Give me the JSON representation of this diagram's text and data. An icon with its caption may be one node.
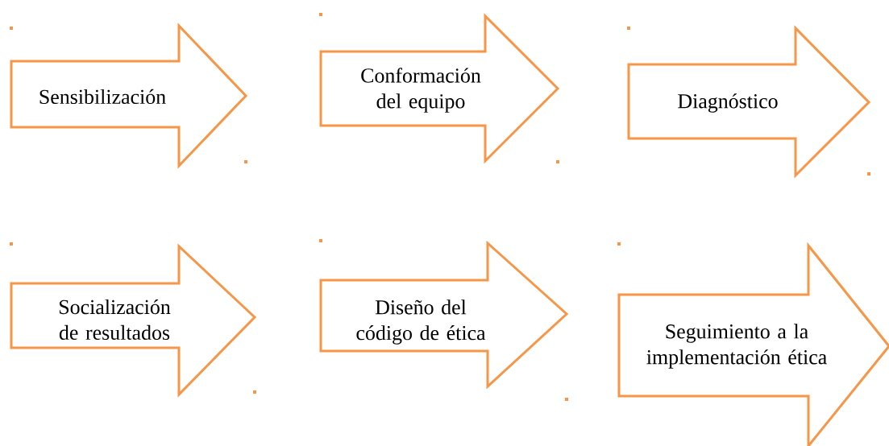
{
  "diagram": {
    "nodes": [
      {
        "text": [
          "Sensibilización"
        ]
      },
      {
        "text": [
          "Conformación del equipo"
        ]
      },
      {
        "text": [
          "Diagnóstico"
        ]
      },
      {
        "text": [
          "Socialización de resultados"
        ]
      },
      {
        "text": [
          "Diseño del código de ética"
        ]
      },
      {
        "text": [
          "Seguimiento a la implementación ética"
        ]
      }
    ]
  }
}
